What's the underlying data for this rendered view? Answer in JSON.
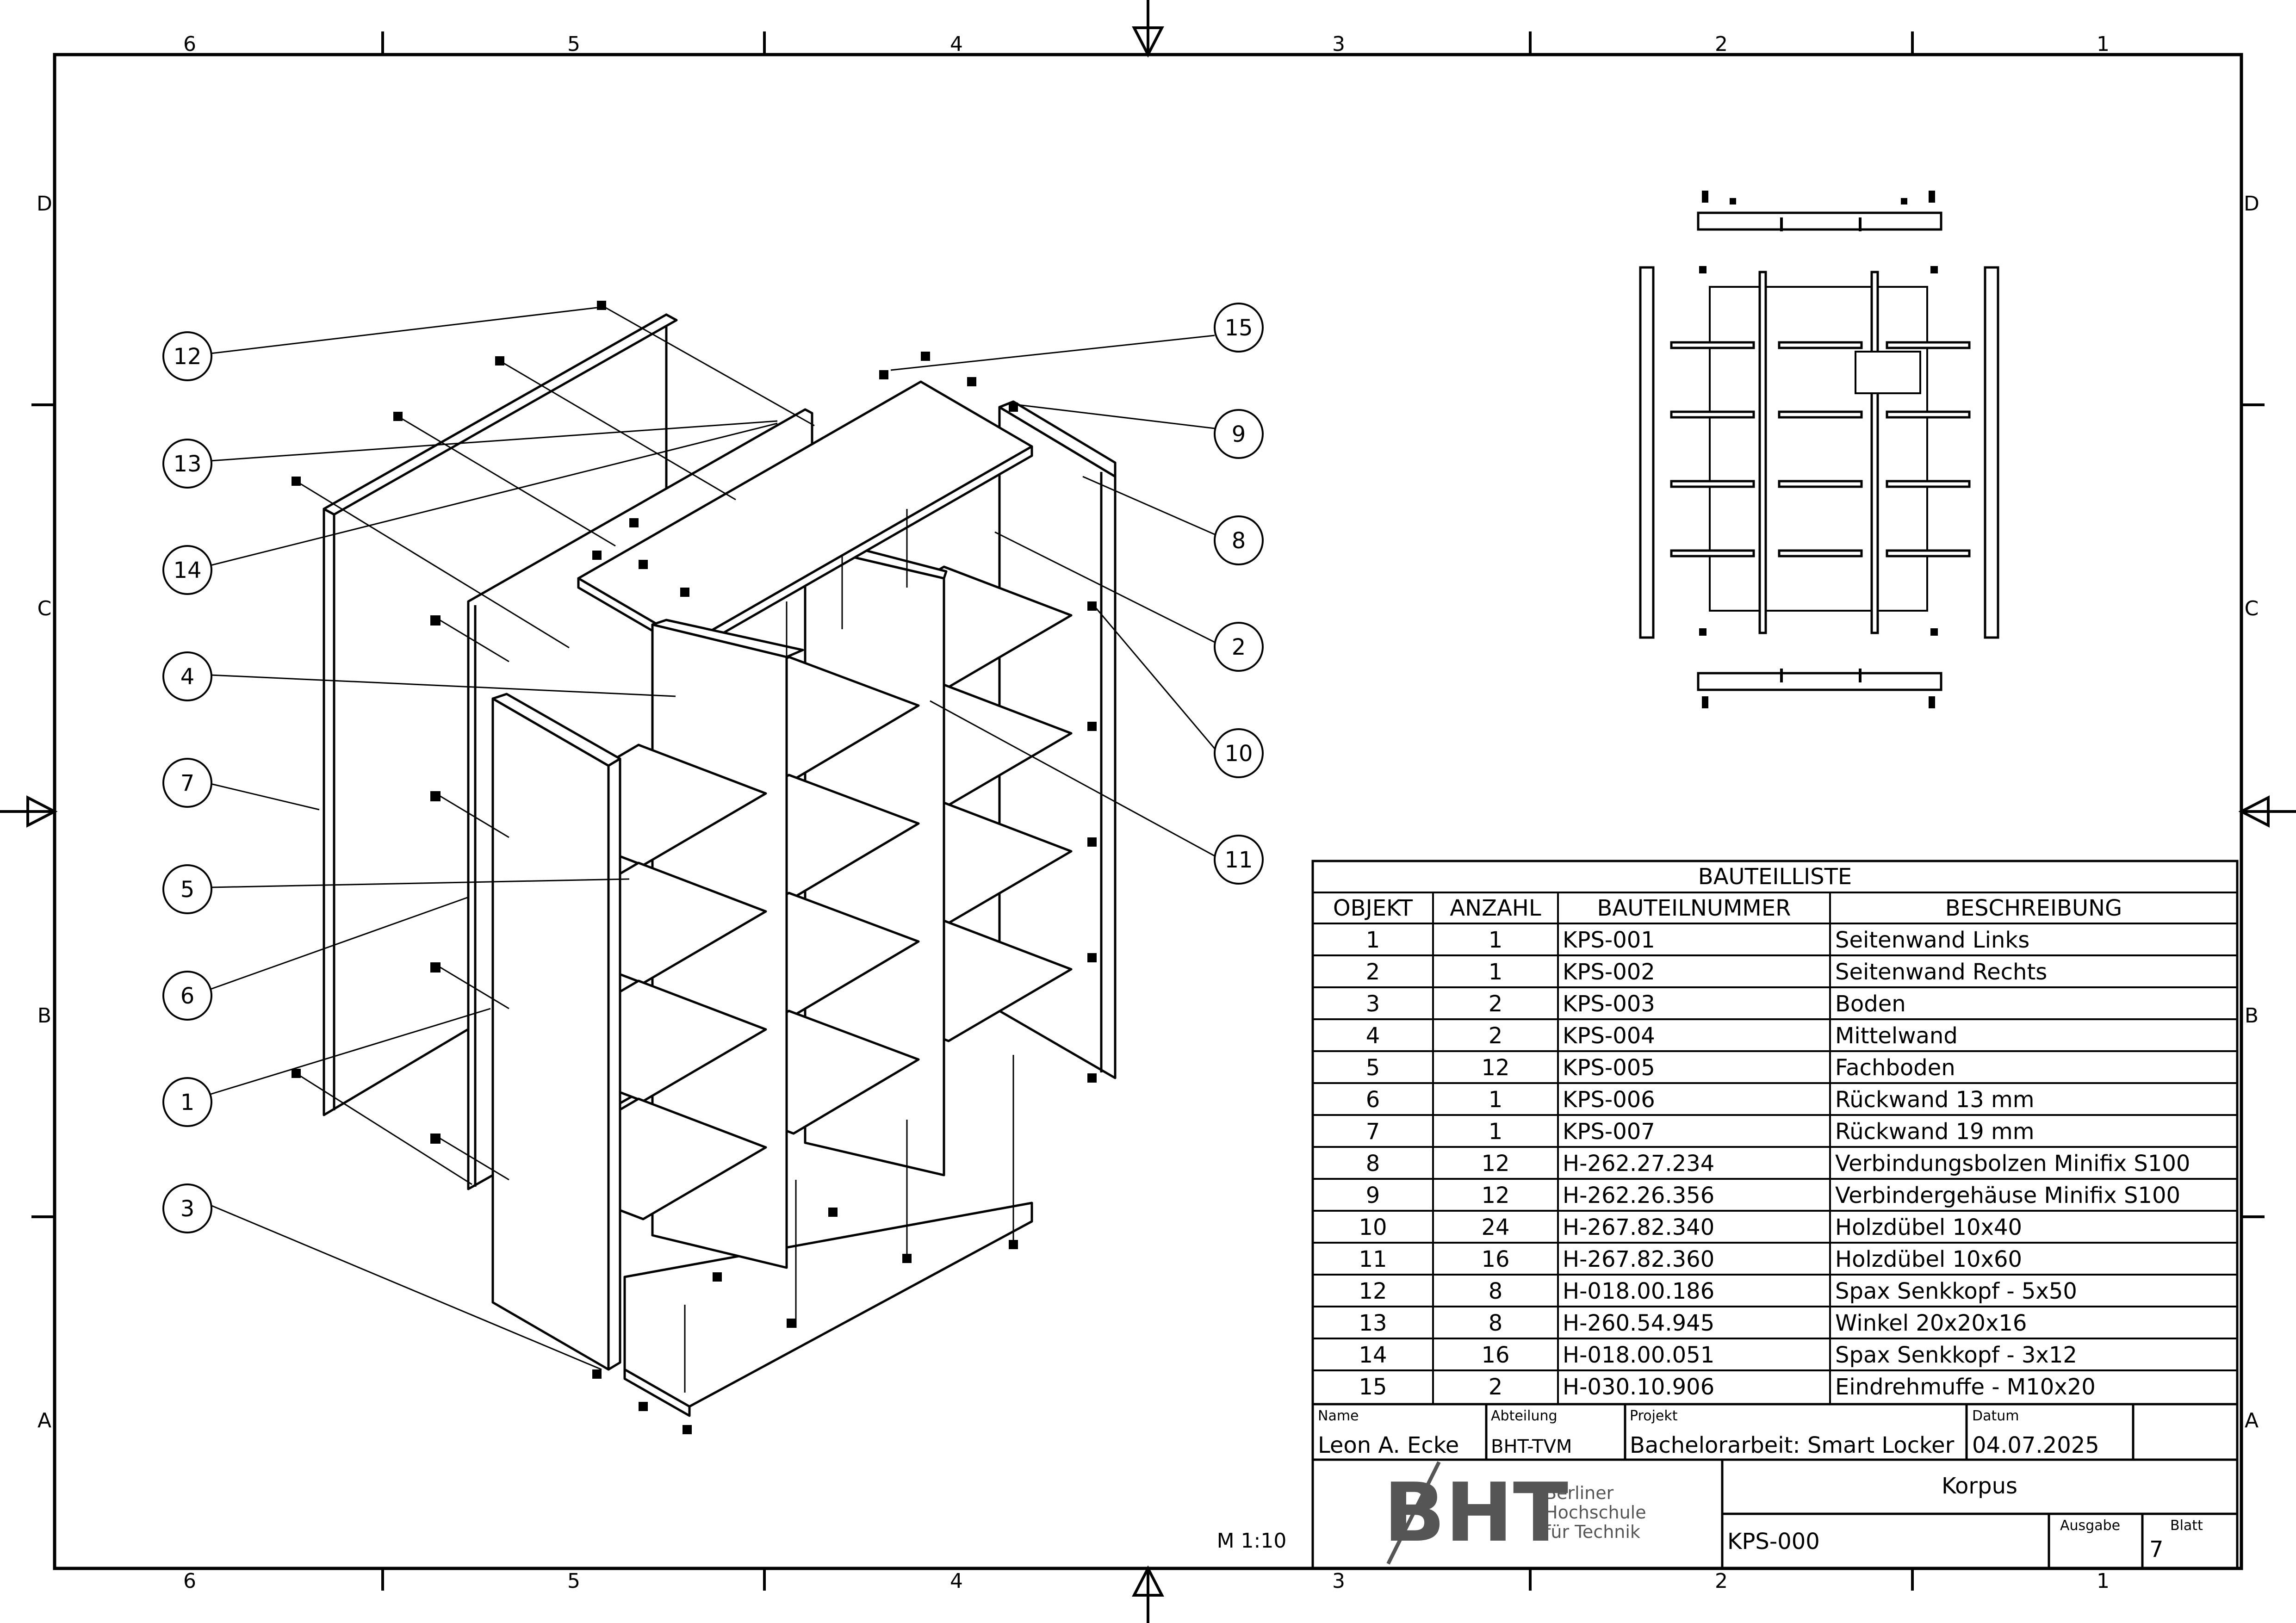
{
  "frame": {
    "columns": [
      "6",
      "5",
      "4",
      "3",
      "2",
      "1"
    ],
    "rows": [
      "D",
      "C",
      "B",
      "A"
    ]
  },
  "drawing": {
    "callouts": [
      "12",
      "13",
      "14",
      "4",
      "7",
      "5",
      "6",
      "1",
      "3",
      "15",
      "9",
      "8",
      "2",
      "10",
      "11"
    ],
    "scale": "M 1:10"
  },
  "parts_list": {
    "title": "BAUTEILLISTE",
    "headers": [
      "OBJEKT",
      "ANZAHL",
      "BAUTEILNUMMER",
      "BESCHREIBUNG"
    ],
    "rows": [
      [
        "1",
        "1",
        "KPS-001",
        "Seitenwand Links"
      ],
      [
        "2",
        "1",
        "KPS-002",
        "Seitenwand Rechts"
      ],
      [
        "3",
        "2",
        "KPS-003",
        "Boden"
      ],
      [
        "4",
        "2",
        "KPS-004",
        "Mittelwand"
      ],
      [
        "5",
        "12",
        "KPS-005",
        "Fachboden"
      ],
      [
        "6",
        "1",
        "KPS-006",
        "Rückwand 13 mm"
      ],
      [
        "7",
        "1",
        "KPS-007",
        "Rückwand 19 mm"
      ],
      [
        "8",
        "12",
        "H-262.27.234",
        "Verbindungsbolzen Minifix S100"
      ],
      [
        "9",
        "12",
        "H-262.26.356",
        "Verbindergehäuse Minifix S100"
      ],
      [
        "10",
        "24",
        "H-267.82.340",
        "Holzdübel 10x40"
      ],
      [
        "11",
        "16",
        "H-267.82.360",
        "Holzdübel 10x60"
      ],
      [
        "12",
        "8",
        "H-018.00.186",
        "Spax Senkkopf - 5x50"
      ],
      [
        "13",
        "8",
        "H-260.54.945",
        "Winkel 20x20x16"
      ],
      [
        "14",
        "16",
        "H-018.00.051",
        "Spax Senkkopf - 3x12"
      ],
      [
        "15",
        "2",
        "H-030.10.906",
        "Eindrehmuffe - M10x20"
      ]
    ]
  },
  "title_block": {
    "name_label": "Name",
    "name_value": "Leon A. Ecke",
    "dept_label": "Abteilung",
    "dept_value": "BHT-TVM",
    "project_label": "Projekt",
    "project_value": "Bachelorarbeit: Smart Locker",
    "date_label": "Datum",
    "date_value": "04.07.2025",
    "logo_text": "BHT",
    "logo_line1": "Berliner",
    "logo_line2": "Hochschule",
    "logo_line3": "für Technik",
    "drawing_title": "Korpus",
    "drawing_number": "KPS-000",
    "edition_label": "Ausgabe",
    "edition_value": "",
    "sheet_label": "Blatt",
    "sheet_value": "7"
  }
}
